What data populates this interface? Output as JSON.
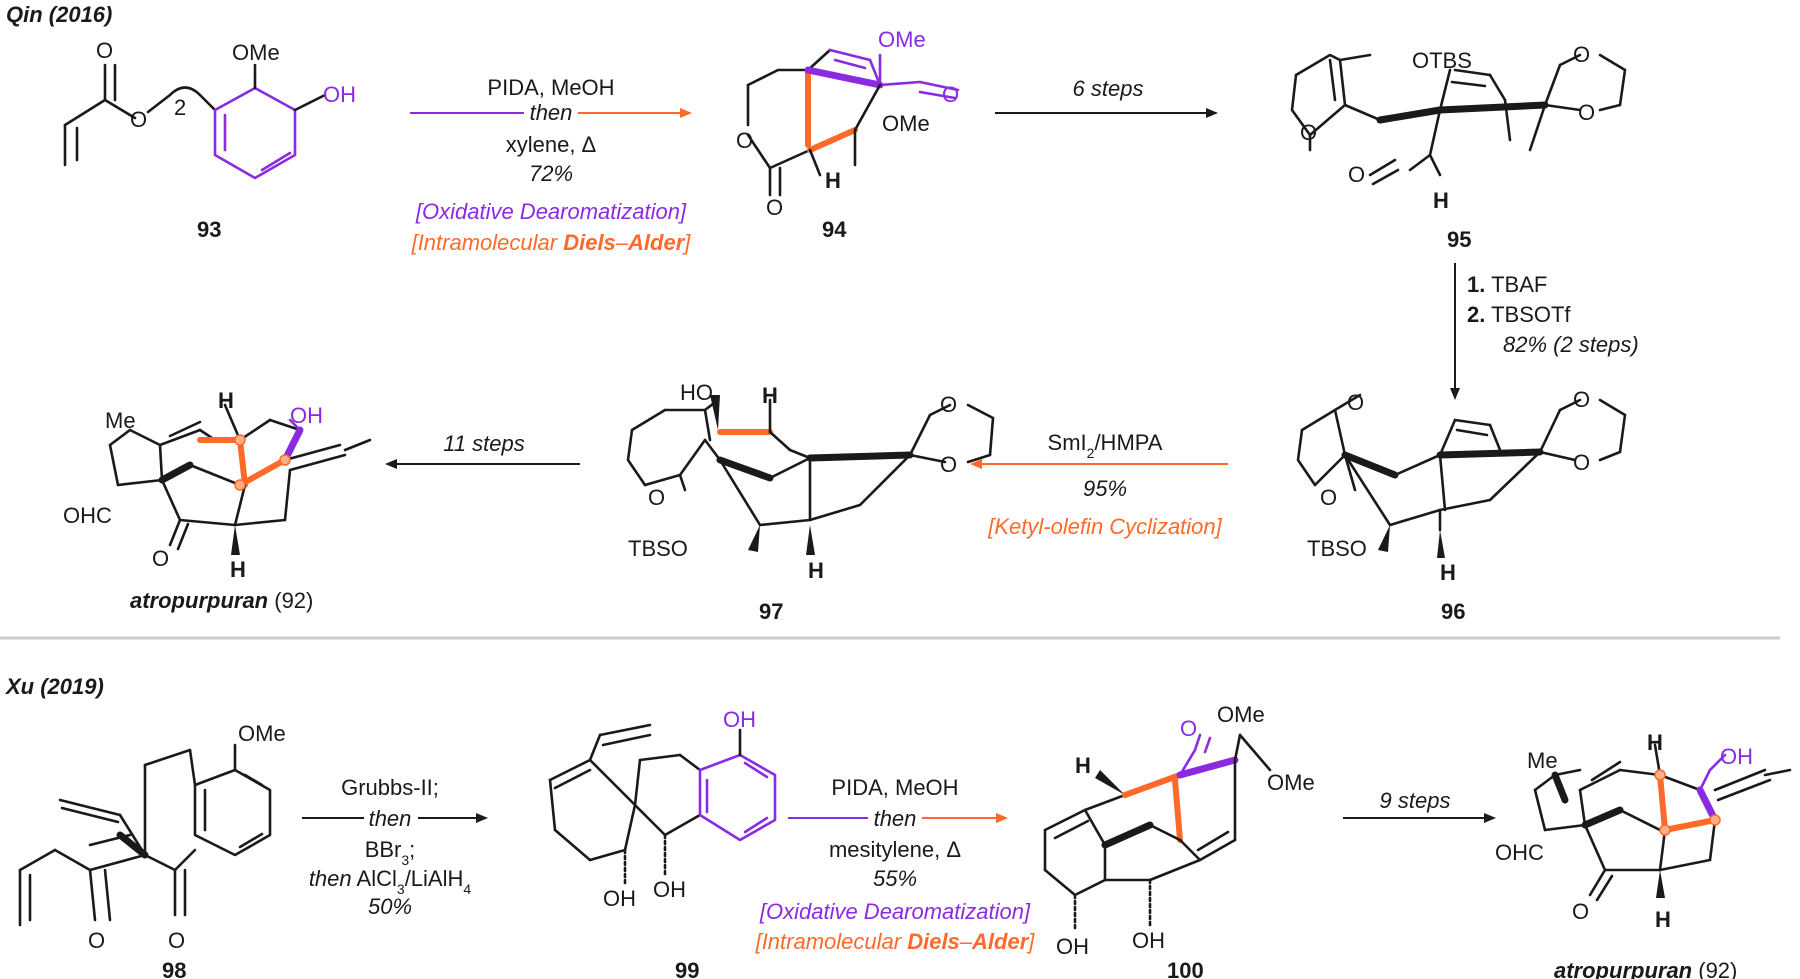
{
  "section1": {
    "title": "Qin (2016)",
    "compounds": {
      "c93": "93",
      "c94": "94",
      "c95": "95",
      "c96": "96",
      "c97": "97",
      "c92_name": "atropurpuran",
      "c92_num": "(92)"
    },
    "atoms": {
      "OMe": "OMe",
      "OH": "OH",
      "O": "O",
      "H": "H",
      "OTBS": "OTBS",
      "TBSO": "TBSO",
      "HO": "HO",
      "Me": "Me",
      "OHC": "OHC",
      "sub2": "2"
    },
    "step1": {
      "line1": "PIDA, MeOH",
      "line2": "then",
      "line3": "xylene, Δ",
      "yield": "72%",
      "tag1_open": "[",
      "tag1": "Oxidative Dearomatization",
      "tag1_close": "]",
      "tag2_pre": "Intramolecular ",
      "tag2_bold1": "Diels",
      "tag2_dash": "–",
      "tag2_bold2": "Alder"
    },
    "step2": {
      "label": "6 steps"
    },
    "step3": {
      "n1": "1.",
      "r1": "TBAF",
      "n2": "2.",
      "r2": "TBSOTf",
      "yield": "82% (2 steps)"
    },
    "step4": {
      "reagent": "SmI",
      "sub": "2",
      "reagent2": "/HMPA",
      "yield": "95%",
      "tag": "Ketyl-olefin Cyclization"
    },
    "step5": {
      "label": "11 steps"
    }
  },
  "section2": {
    "title": "Xu (2019)",
    "compounds": {
      "c98": "98",
      "c99": "99",
      "c100": "100",
      "c92_name": "atropurpuran",
      "c92_num": "(92)"
    },
    "step1": {
      "line1": "Grubbs-II;",
      "line2": "then",
      "line3": "BBr",
      "line3_sub": "3",
      "line3_end": ";",
      "line4_then": "then",
      "line4": " AlCl",
      "line4_sub1": "3",
      "line4_mid": "/LiAlH",
      "line4_sub2": "4",
      "yield": "50%"
    },
    "step2": {
      "line1": "PIDA, MeOH",
      "line2": "then",
      "line3": "mesitylene, Δ",
      "yield": "55%",
      "tag1": "Oxidative Dearomatization",
      "tag2_pre": "Intramolecular ",
      "tag2_bold1": "Diels",
      "tag2_dash": "–",
      "tag2_bold2": "Alder"
    },
    "step3": {
      "label": "9 steps"
    }
  },
  "colors": {
    "purple": "#8a2be2",
    "orange": "#ff6a2a",
    "divider": "#cccccc"
  }
}
